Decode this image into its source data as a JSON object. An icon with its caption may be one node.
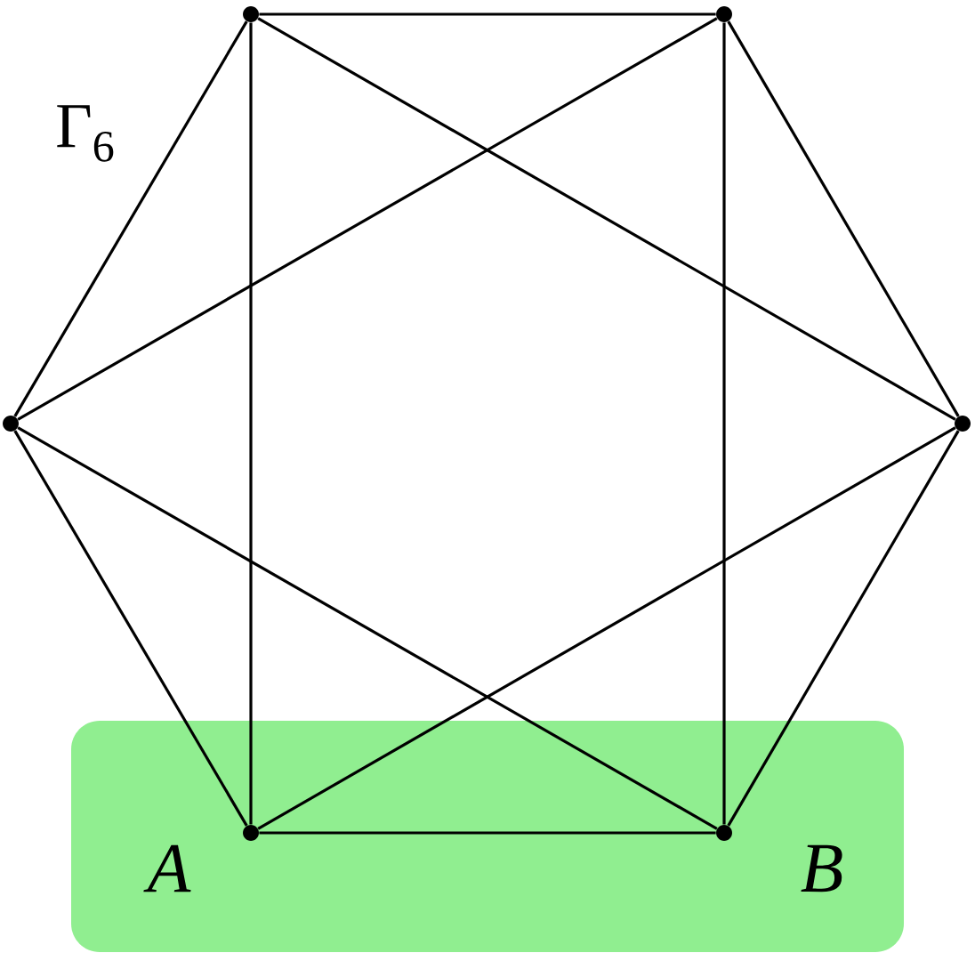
{
  "diagram": {
    "nodes": [
      {
        "text": [],
        "shape": "box"
      },
      {
        "text": [],
        "shape": "circle"
      },
      {
        "text": [],
        "shape": "circle"
      },
      {
        "text": [],
        "shape": "circle"
      },
      {
        "text": [],
        "shape": "circle"
      },
      {
        "text": [],
        "shape": "circle",
        "in": 0,
        "beside": [
          "A"
        ]
      },
      {
        "text": [],
        "shape": "circle",
        "in": 0,
        "beside": [
          "B"
        ]
      }
    ],
    "edges": [
      {
        "from": 1,
        "to": 2,
        "arrow": "none"
      },
      {
        "from": 1,
        "to": 3,
        "arrow": "none"
      },
      {
        "from": 1,
        "to": 4,
        "arrow": "none"
      },
      {
        "from": 1,
        "to": 5,
        "arrow": "none"
      },
      {
        "from": 2,
        "to": 3,
        "arrow": "none"
      },
      {
        "from": 2,
        "to": 4,
        "arrow": "none"
      },
      {
        "from": 2,
        "to": 6,
        "arrow": "none"
      },
      {
        "from": 3,
        "to": 5,
        "arrow": "none"
      },
      {
        "from": 3,
        "to": 6,
        "arrow": "none"
      },
      {
        "from": 4,
        "to": 5,
        "arrow": "none"
      },
      {
        "from": 4,
        "to": 6,
        "arrow": "none"
      },
      {
        "from": 5,
        "to": 6,
        "arrow": "none"
      }
    ],
    "labels": [
      "Γ$_{6}$"
    ]
  }
}
